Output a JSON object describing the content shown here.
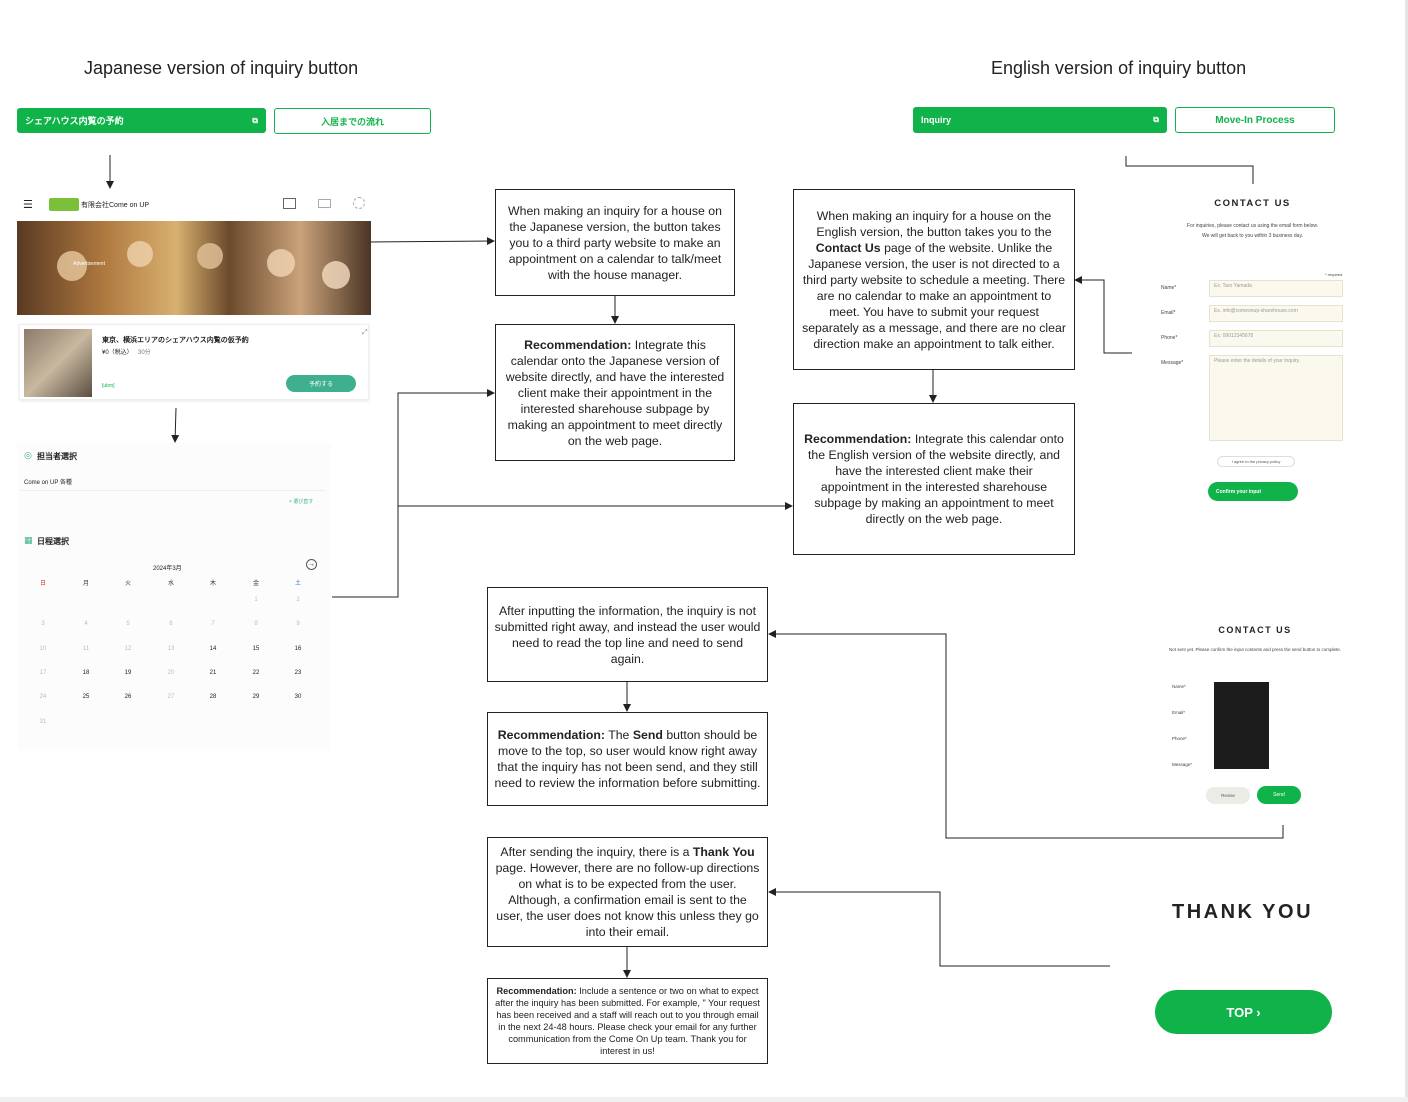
{
  "headings": {
    "japanese": "Japanese version of inquiry button",
    "english": "English version of inquiry button"
  },
  "jp_buttons": {
    "primary": "シェアハウス内覧の予約",
    "secondary": "入居までの流れ"
  },
  "en_buttons": {
    "primary": "Inquiry",
    "secondary": "Move-In Process"
  },
  "jp_site": {
    "company": "有限会社Come on UP",
    "photo_label": "Advertisement",
    "card_title": "東京、横浜エリアのシェアハウス内覧の仮予約",
    "card_price": "¥0（税込）",
    "card_duration": "30分",
    "card_tag": "[ubm]",
    "card_button": "予約する",
    "staff_heading": "担当者選択",
    "staff_value": "Come on UP 各種",
    "staff_reset": "× 選び直す",
    "date_heading": "日程選択",
    "month": "2024年3月",
    "weekdays": [
      "日",
      "月",
      "火",
      "水",
      "木",
      "金",
      "土"
    ],
    "weeks": [
      [
        "",
        "",
        "",
        "",
        "",
        "1",
        "2"
      ],
      [
        "3",
        "4",
        "5",
        "6",
        "7",
        "8",
        "9"
      ],
      [
        "10",
        "11",
        "12",
        "13",
        "14",
        "15",
        "16"
      ],
      [
        "17",
        "18",
        "19",
        "20",
        "21",
        "22",
        "23"
      ],
      [
        "24",
        "25",
        "26",
        "27",
        "28",
        "29",
        "30"
      ],
      [
        "31",
        "",
        "",
        "",
        "",
        "",
        ""
      ]
    ],
    "available_days": [
      "14",
      "15",
      "16",
      "18",
      "19",
      "21",
      "22",
      "23",
      "25",
      "26",
      "28",
      "29",
      "30"
    ]
  },
  "boxes": {
    "jp_desc": "When making an inquiry for a house on the Japanese version, the button takes you to a third party website to make an appointment on a calendar to talk/meet with the house manager.",
    "jp_rec_label": "Recommendation:",
    "jp_rec_text": " Integrate this calendar onto the Japanese version of website directly, and have the interested client make their appointment in the interested sharehouse subpage by making an appointment to meet directly on the web page.",
    "en_desc_1": "When making an inquiry for a house on the English version, the button takes you to the ",
    "en_desc_bold": "Contact Us",
    "en_desc_2": " page of the website. Unlike the Japanese version, the user is not directed to a third party website to schedule a meeting. There are no calendar to make an appointment to meet. You have to submit your request separately as a message, and there are no clear direction make an appointment to talk either.",
    "en_rec_label": "Recommendation:",
    "en_rec_text": " Integrate this calendar onto the English version of the website directly, and have the interested client make their appointment in the interested sharehouse subpage by making an appointment to meet directly on the web page.",
    "input_desc": "After inputting the information, the inquiry is not submitted right away, and instead the user would need to read the top line and need to send again.",
    "send_rec_label": "Recommendation:",
    "send_rec_1": " The ",
    "send_rec_bold": "Send",
    "send_rec_2": " button should be move to the top, so user would know right away that the inquiry has not been send, and they still need to review the information before submitting.",
    "thanks_desc_1": "After sending the inquiry, there is a ",
    "thanks_desc_bold": "Thank You",
    "thanks_desc_2": " page. However, there are no follow-up directions on what is to be expected from the user. Although, a confirmation email is sent to the user, the user does not know this unless they go into their email.",
    "final_rec_label": "Recommendation:",
    "final_rec_text": " Include a sentence or two on what to expect after the inquiry has been submitted. For example, \" Your request has been received and a staff will reach out to you through email in the next 24-48 hours. Please check your email for any further communication from the Come On Up team. Thank you for interest in us!"
  },
  "contact_form": {
    "title": "CONTACT US",
    "intro_line1": "For inquiries, please contact us using the email form below.",
    "intro_line2": "We will get back to you within 3 business day.",
    "required": "* required",
    "labels": [
      "Name*",
      "Email*",
      "Phone*",
      "Message*"
    ],
    "placeholders": [
      "Ex. Taro Yamada",
      "Ex. info@comeonup-sharehouse.com",
      "Ex. 09012345678",
      "Please enter the details of your inquiry."
    ],
    "privacy": "I agree to the privacy policy",
    "confirm_button": "Confirm your input"
  },
  "confirm_page": {
    "title": "CONTACT US",
    "notice": "Not sent yet. Please confirm the input contents and press the send button to complete.",
    "labels": [
      "Name*",
      "Email*",
      "Phone*",
      "Message*"
    ],
    "back_button": "Revise",
    "send_button": "Send"
  },
  "thank_you": {
    "title": "THANK YOU",
    "button": "TOP ›"
  },
  "colors": {
    "brand_green": "#0fb34a",
    "line": "#222222",
    "redacted": "#1c1c1c"
  }
}
